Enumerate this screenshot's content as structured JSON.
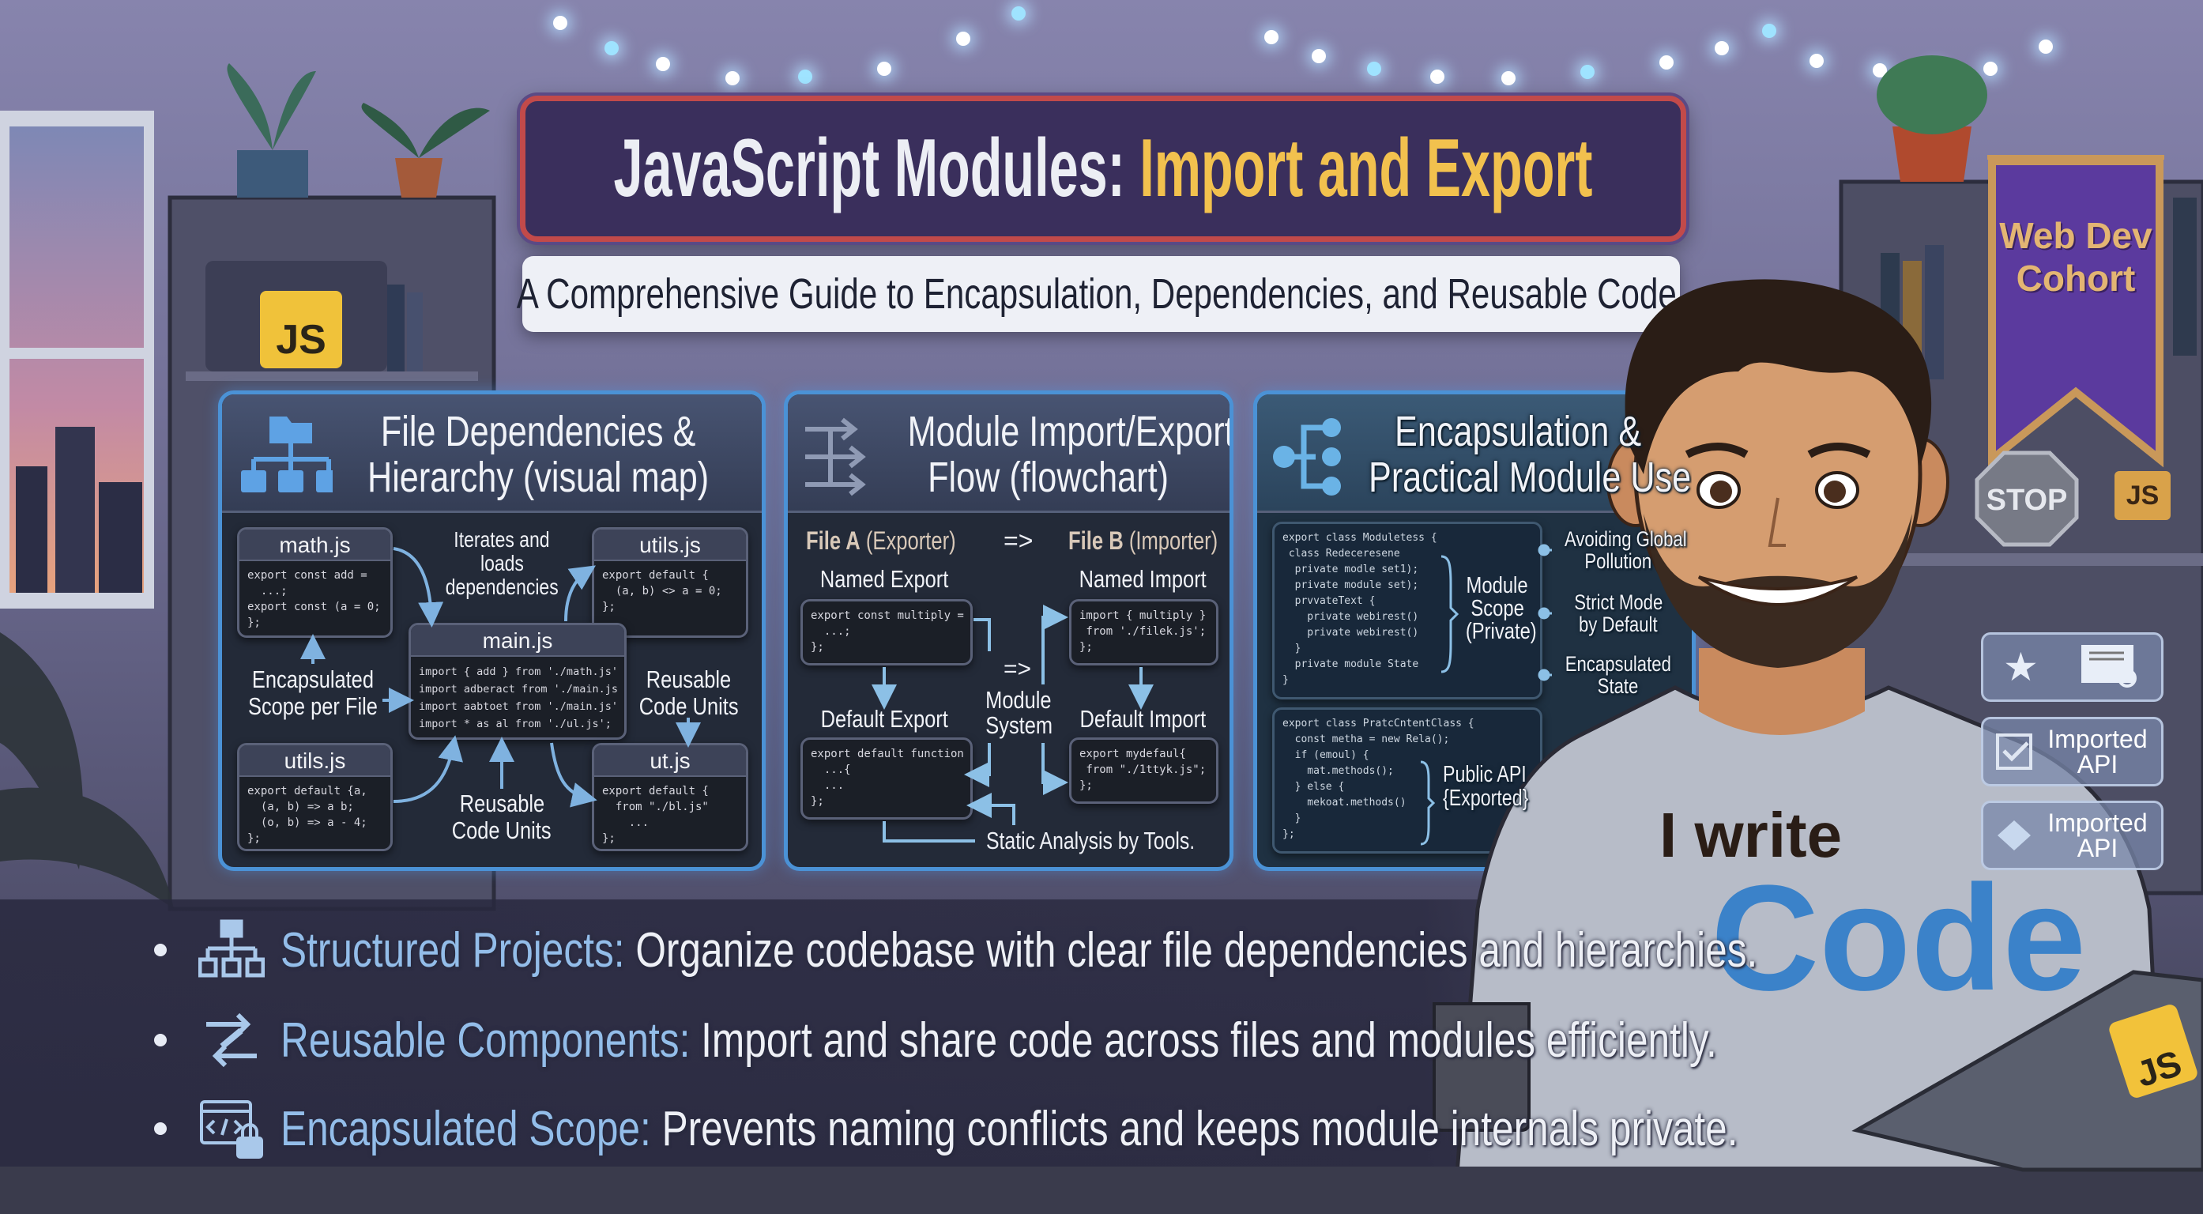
{
  "header": {
    "title_part1": "JavaScript Modules: ",
    "title_part2": "Import and Export",
    "subtitle": "A Comprehensive Guide to Encapsulation, Dependencies, and Reusable Code."
  },
  "colors": {
    "accent_gold": "#f2c14e",
    "panel_border": "#4b92d6",
    "title_border": "#c24a4a",
    "banner_purple": "#5b3a9e",
    "keyword_blue": "#93bde9",
    "code_blue": "#3b82c9"
  },
  "decor": {
    "js_box": "JS",
    "banner": [
      "Web Dev",
      "Cohort"
    ],
    "stop_sign": "STOP",
    "js_badge": "JS",
    "laptop_sticker": "JS"
  },
  "panels": [
    {
      "icon": "hierarchy-icon",
      "title": [
        "File Dependencies &",
        "Hierarchy (visual map)"
      ],
      "files": [
        {
          "name": "math.js",
          "code": [
            "export const add =",
            "  ...;",
            "export const (a = 0;",
            "};"
          ]
        },
        {
          "name": "utils.js",
          "code": [
            "export default {",
            "  (a, b) <> a = 0;",
            "};"
          ]
        },
        {
          "name": "main.js",
          "code": [
            "import { add } from './math.js'",
            "import adberact from './main.js",
            "import aabtoet from './main.js'",
            "import * as al from './ul.js';"
          ]
        },
        {
          "name": "utils.js",
          "code": [
            "export default {a,",
            "  (a, b) => a b;",
            "  (o, b) => a - 4;",
            "};"
          ]
        },
        {
          "name": "ut.js",
          "code": [
            "export default {",
            "  from \"./bl.js\"",
            "    ...",
            "};"
          ]
        }
      ],
      "labels": {
        "iterates": [
          "Iterates and",
          "loads",
          "dependencies"
        ],
        "encapsulated": [
          "Encapsulated",
          "Scope per File"
        ],
        "reusable_right": [
          "Reusable",
          "Code Units"
        ],
        "reusable_bottom": [
          "Reusable",
          "Code Units"
        ]
      }
    },
    {
      "icon": "flow-arrows-icon",
      "title": [
        "Module Import/Export",
        "Flow (flowchart)"
      ],
      "file_a_bold": "File A",
      "file_a_rest": " (Exporter)",
      "arrow": "=>",
      "file_b_bold": "File B",
      "file_b_rest": " (Importer)",
      "named_export": "Named Export",
      "named_import": "Named Import",
      "default_export": "Default Export",
      "default_import": "Default Import",
      "module_system": [
        "Module",
        "System"
      ],
      "mid_arrow": "=>",
      "static_analysis": "Static Analysis by Tools.",
      "code_named_export": [
        "export const multiply =",
        "  ...;",
        "};"
      ],
      "code_named_import": [
        "import { multiply }",
        " from './filek.js';",
        "};"
      ],
      "code_default_export": [
        "export default function",
        "  ...{",
        "  ...",
        "};"
      ],
      "code_default_import": [
        "export mydefaul{",
        " from \"./1ttyk.js\";",
        "};"
      ]
    },
    {
      "icon": "network-nodes-icon",
      "title": [
        "Encapsulation &",
        "Practical Module Use"
      ],
      "code_private": [
        "export class Moduletess {",
        " class Redeceresene",
        "  private modle set1);",
        "  private module set);",
        "  prvvateText {",
        "    private webirest()",
        "    private webirest()",
        "  }",
        "  private module State",
        "}"
      ],
      "code_public": [
        "export class PratcCntentClass {",
        "  const metha = new Rela();",
        "  if (emoul) {",
        "    mat.methods();",
        "  } else {",
        "    mekoat.methods()",
        "  }",
        "};"
      ],
      "module_scope": [
        "Module",
        "Scope",
        "(Private)"
      ],
      "public_api": [
        "Public API",
        "{Exported}"
      ],
      "features": [
        [
          "Avoiding Global",
          "Pollution"
        ],
        [
          "Strict Mode",
          "by Default"
        ],
        [
          "Encapsulated",
          "State"
        ]
      ]
    }
  ],
  "bullets": [
    {
      "icon": "hierarchy-icon",
      "keyword": "Structured Projects:",
      "text": " Organize codebase with clear file dependencies and hierarchies."
    },
    {
      "icon": "link-arrows-icon",
      "keyword": "Reusable Components:",
      "text": " Import and share code across files and modules efficiently."
    },
    {
      "icon": "code-lock-icon",
      "keyword": "Encapsulated Scope:",
      "text": " Prevents naming conflicts and keeps module internals private."
    }
  ],
  "side_cards": [
    {
      "icon": "star-document-icon",
      "label": ""
    },
    {
      "icon": "checkbox-icon",
      "label": [
        "Imported",
        "API"
      ]
    },
    {
      "icon": "diamond-icon",
      "label": [
        "Imported",
        "API"
      ]
    }
  ],
  "character": {
    "shirt_line1": "I write",
    "shirt_line2": "Code"
  }
}
